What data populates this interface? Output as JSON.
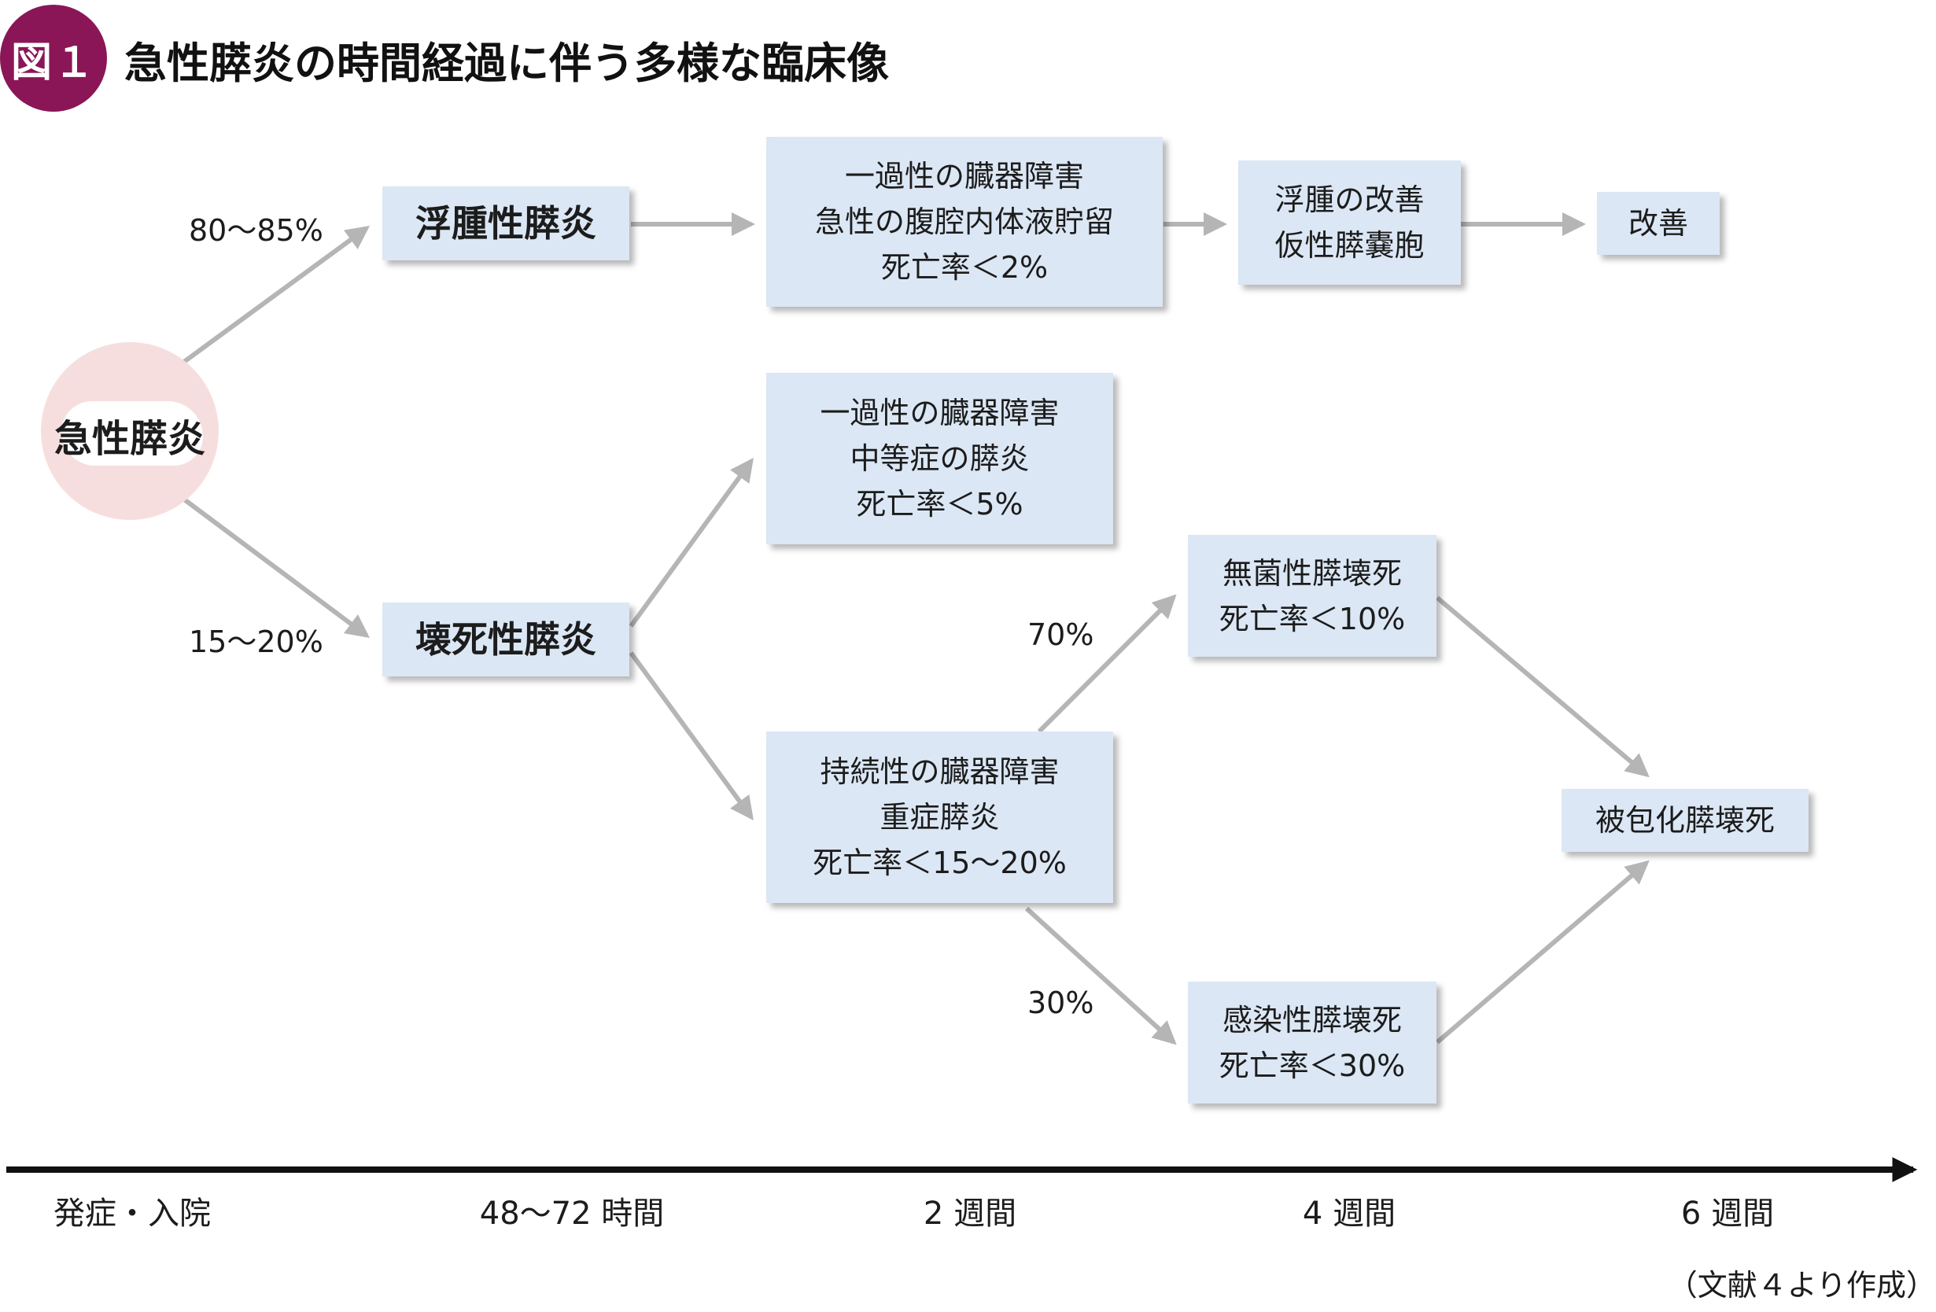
{
  "header": {
    "badge": "図１",
    "title": "急性膵炎の時間経過に伴う多様な臨床像"
  },
  "start": {
    "label": "急性膵炎"
  },
  "nodes": {
    "edematous": {
      "label": "浮腫性膵炎"
    },
    "necrotizing": {
      "label": "壊死性膵炎"
    },
    "transient_mild": {
      "line1": "一過性の臓器障害",
      "line2": "急性の腹腔内体液貯留",
      "line3": "死亡率＜2%"
    },
    "edema_improve": {
      "line1": "浮腫の改善",
      "line2": "仮性膵嚢胞"
    },
    "improve": {
      "label": "改善"
    },
    "transient_moderate": {
      "line1": "一過性の臓器障害",
      "line2": "中等症の膵炎",
      "line3": "死亡率＜5%"
    },
    "persistent_severe": {
      "line1": "持続性の臓器障害",
      "line2": "重症膵炎",
      "line3": "死亡率＜15〜20%"
    },
    "sterile_necrosis": {
      "line1": "無菌性膵壊死",
      "line2": "死亡率＜10%"
    },
    "infected_necrosis": {
      "line1": "感染性膵壊死",
      "line2": "死亡率＜30%"
    },
    "walled_off": {
      "label": "被包化膵壊死"
    }
  },
  "percentages": {
    "edematous": "80〜85%",
    "necrotizing": "15〜20%",
    "sterile": "70%",
    "infected": "30%"
  },
  "timeline": {
    "ticks": [
      "発症・入院",
      "48〜72 時間",
      "2 週間",
      "4 週間",
      "6 週間"
    ]
  },
  "source": "（文献４より作成）",
  "colors": {
    "node_fill": "#dce7f5",
    "arrow": "#b5b5b5",
    "badge": "#8a1657",
    "start_circle": "#f7dede"
  }
}
